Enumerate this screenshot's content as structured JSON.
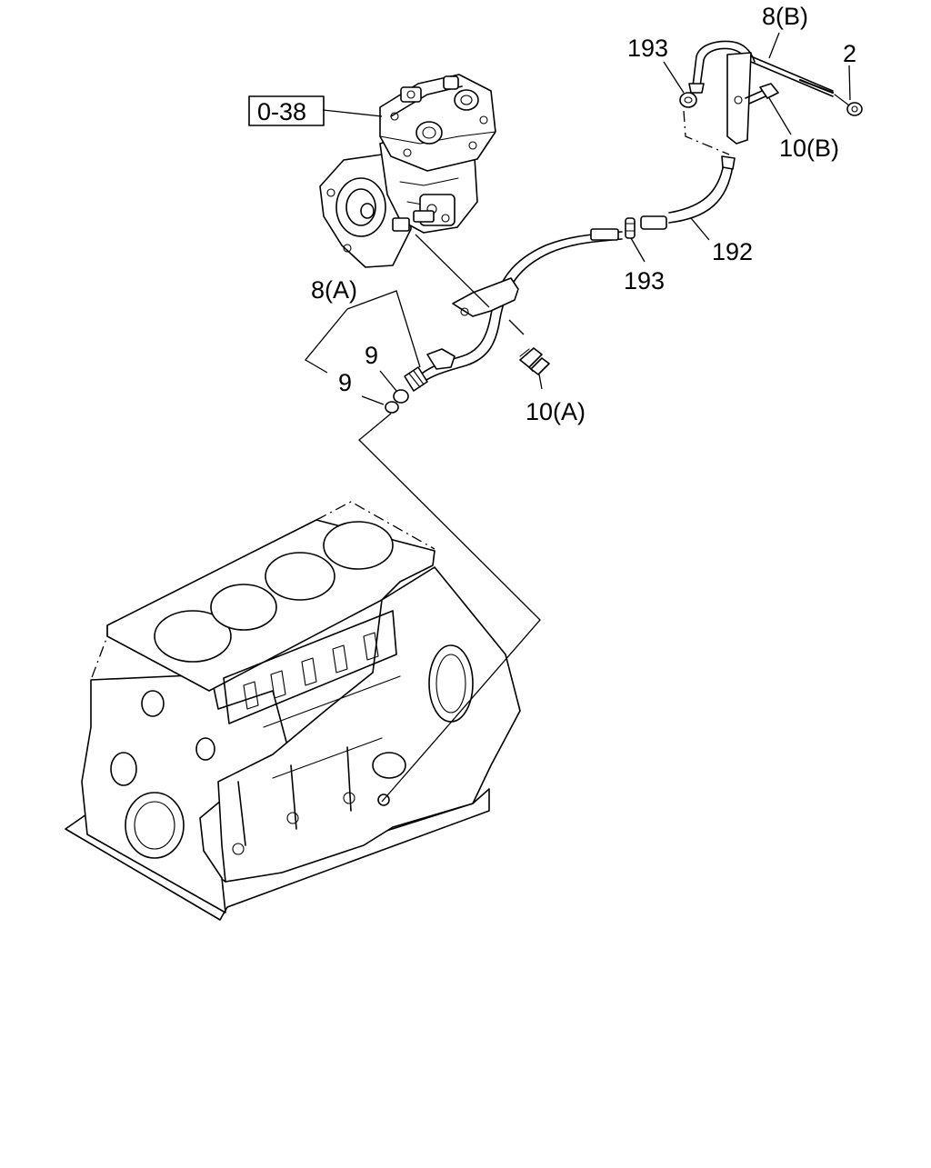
{
  "callouts": {
    "ref_box": "0-38",
    "hose_fitting": "193",
    "pipe_b": "8(B)",
    "gasket_b": "2",
    "bolt_b": "10(B)",
    "hose": "192",
    "clip": "193",
    "pipe_a": "8(A)",
    "washer_upper": "9",
    "washer_lower": "9",
    "bolt_a": "10(A)"
  }
}
